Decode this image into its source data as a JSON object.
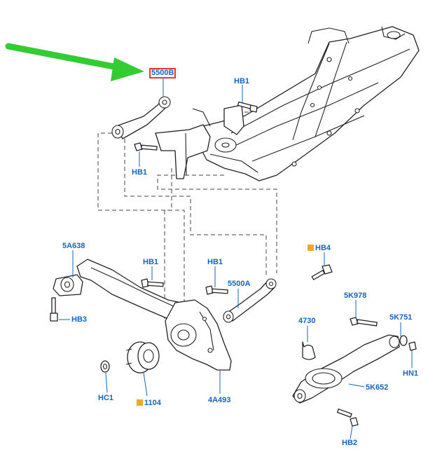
{
  "colors": {
    "callout_text": "#1565c0",
    "highlight_box": "#e53935",
    "arrow": "#33cc33",
    "new_part_marker": "#f5a623",
    "line_art": "#222222"
  },
  "callouts": {
    "c5500B": "5500B",
    "hb1_top": "HB1",
    "hb1_left": "HB1",
    "c5A638": "5A638",
    "hb1_mid": "HB1",
    "hb1_mid2": "HB1",
    "c5500A": "5500A",
    "hb4": "HB4",
    "hb3": "HB3",
    "c5K978": "5K978",
    "c4730": "4730",
    "c5K751": "5K751",
    "hn1": "HN1",
    "c5K652": "5K652",
    "hc1": "HC1",
    "c1104": "1104",
    "c4A493": "4A493",
    "hb2": "HB2"
  }
}
